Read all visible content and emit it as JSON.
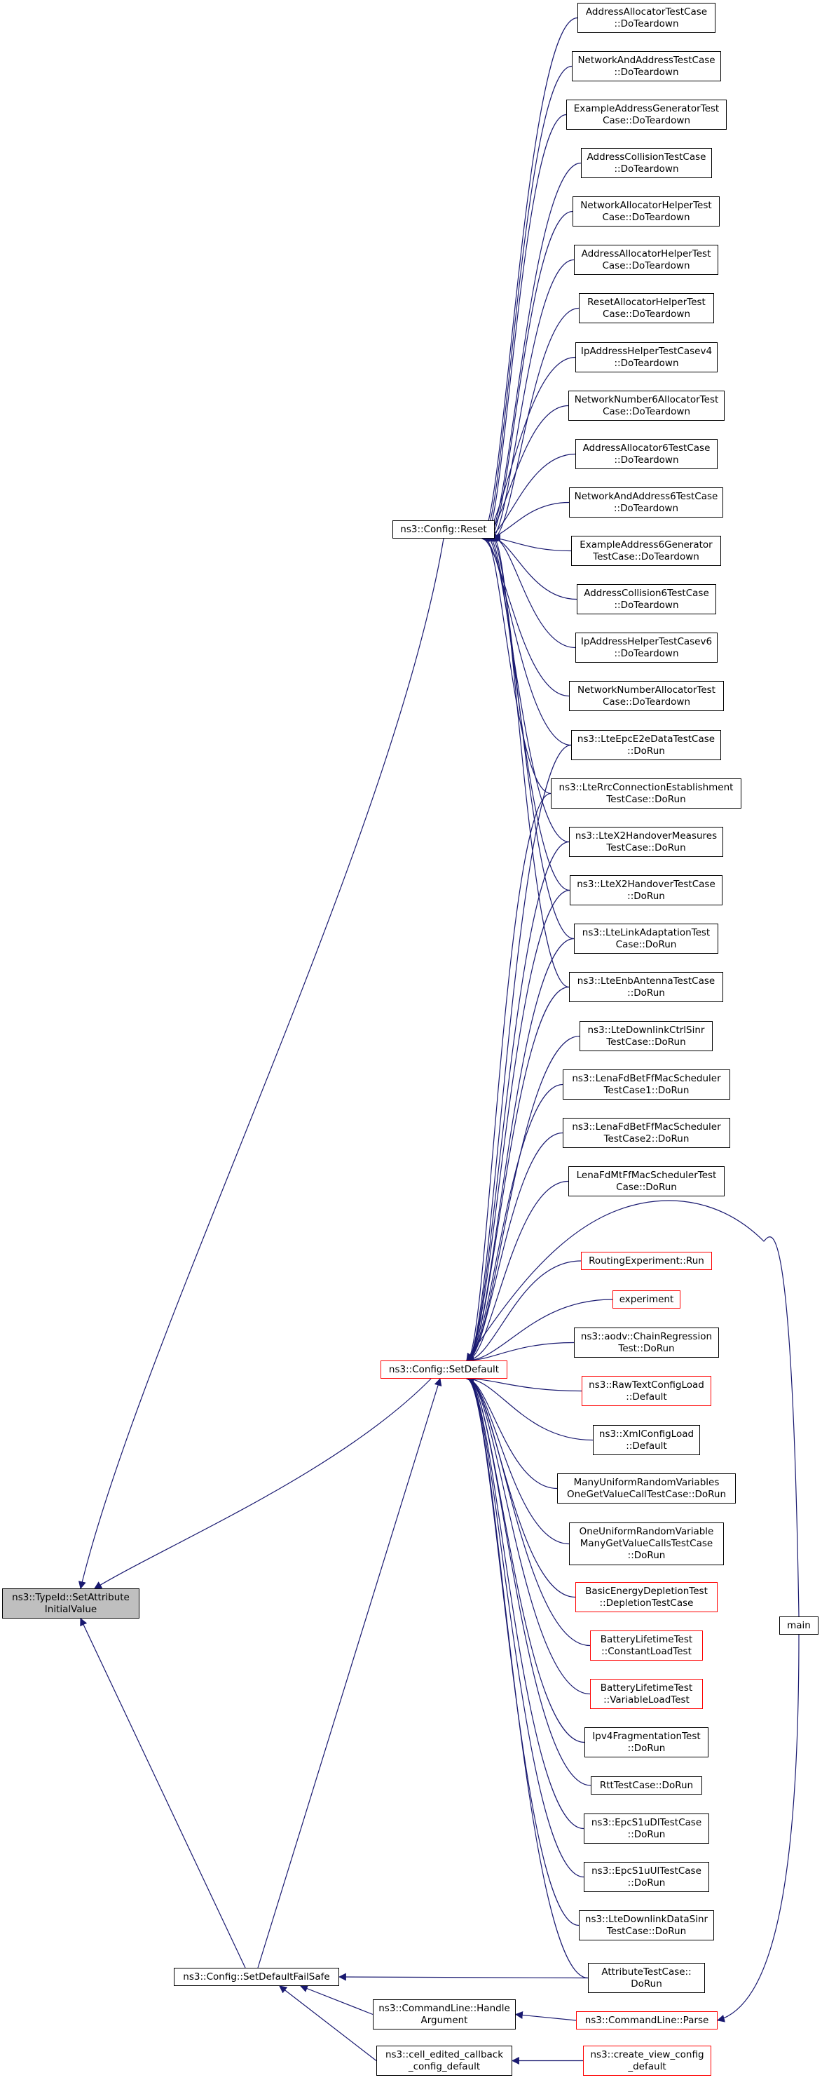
{
  "colors": {
    "edge": "#191970",
    "border": "#000000",
    "border_incomplete": "#ff0000",
    "focus_fill": "#bfbfbf",
    "background": "#ffffff"
  },
  "nodes": {
    "root": {
      "lines": [
        "ns3::TypeId::SetAttribute",
        "InitialValue"
      ]
    },
    "config_reset": {
      "lines": [
        "ns3::Config::Reset"
      ]
    },
    "config_setdefault": {
      "lines": [
        "ns3::Config::SetDefault"
      ]
    },
    "config_setdefaultfailsafe": {
      "lines": [
        "ns3::Config::SetDefaultFailSafe"
      ]
    },
    "cmdline_handleargument": {
      "lines": [
        "ns3::CommandLine::Handle",
        "Argument"
      ]
    },
    "cell_edited_callback": {
      "lines": [
        "ns3::cell_edited_callback",
        "_config_default"
      ]
    },
    "cmdline_parse": {
      "lines": [
        "ns3::CommandLine::Parse"
      ]
    },
    "create_view_config": {
      "lines": [
        "ns3::create_view_config",
        "_default"
      ]
    },
    "main": {
      "lines": [
        "main"
      ]
    },
    "attributetestcase": {
      "lines": [
        "AttributeTestCase::",
        "DoRun"
      ]
    },
    "t_addressallocator": {
      "lines": [
        "AddressAllocatorTestCase",
        "::DoTeardown"
      ]
    },
    "t_networkandaddress": {
      "lines": [
        "NetworkAndAddressTestCase",
        "::DoTeardown"
      ]
    },
    "t_exampleaddressgenerator": {
      "lines": [
        "ExampleAddressGeneratorTest",
        "Case::DoTeardown"
      ]
    },
    "t_addresscollision": {
      "lines": [
        "AddressCollisionTestCase",
        "::DoTeardown"
      ]
    },
    "t_networkallocatorhelper": {
      "lines": [
        "NetworkAllocatorHelperTest",
        "Case::DoTeardown"
      ]
    },
    "t_addressallocatorhelper": {
      "lines": [
        "AddressAllocatorHelperTest",
        "Case::DoTeardown"
      ]
    },
    "t_resetallocatorhelper": {
      "lines": [
        "ResetAllocatorHelperTest",
        "Case::DoTeardown"
      ]
    },
    "t_ipaddresshelperv4": {
      "lines": [
        "IpAddressHelperTestCasev4",
        "::DoTeardown"
      ]
    },
    "t_networknumber6allocator": {
      "lines": [
        "NetworkNumber6AllocatorTest",
        "Case::DoTeardown"
      ]
    },
    "t_addressallocator6": {
      "lines": [
        "AddressAllocator6TestCase",
        "::DoTeardown"
      ]
    },
    "t_networkandaddress6": {
      "lines": [
        "NetworkAndAddress6TestCase",
        "::DoTeardown"
      ]
    },
    "t_exampleaddress6generator": {
      "lines": [
        "ExampleAddress6Generator",
        "TestCase::DoTeardown"
      ]
    },
    "t_addresscollision6": {
      "lines": [
        "AddressCollision6TestCase",
        "::DoTeardown"
      ]
    },
    "t_ipaddresshelperv6": {
      "lines": [
        "IpAddressHelperTestCasev6",
        "::DoTeardown"
      ]
    },
    "t_networknumberallocator": {
      "lines": [
        "NetworkNumberAllocatorTest",
        "Case::DoTeardown"
      ]
    },
    "b_lteepce2edata": {
      "lines": [
        "ns3::LteEpcE2eDataTestCase",
        "::DoRun"
      ]
    },
    "b_lterrcconnection": {
      "lines": [
        "ns3::LteRrcConnectionEstablishment",
        "TestCase::DoRun"
      ]
    },
    "b_ltex2handovermeasures": {
      "lines": [
        "ns3::LteX2HandoverMeasures",
        "TestCase::DoRun"
      ]
    },
    "b_ltex2handover": {
      "lines": [
        "ns3::LteX2HandoverTestCase",
        "::DoRun"
      ]
    },
    "b_ltelinkadaptation": {
      "lines": [
        "ns3::LteLinkAdaptationTest",
        "Case::DoRun"
      ]
    },
    "b_lteenbantenna": {
      "lines": [
        "ns3::LteEnbAntennaTestCase",
        "::DoRun"
      ]
    },
    "s_ltedownlinkctrlsinr": {
      "lines": [
        "ns3::LteDownlinkCtrlSinr",
        "TestCase::DoRun"
      ]
    },
    "s_lenafdbetff1": {
      "lines": [
        "ns3::LenaFdBetFfMacScheduler",
        "TestCase1::DoRun"
      ]
    },
    "s_lenafdbetff2": {
      "lines": [
        "ns3::LenaFdBetFfMacScheduler",
        "TestCase2::DoRun"
      ]
    },
    "s_lenafdmtff": {
      "lines": [
        "LenaFdMtFfMacSchedulerTest",
        "Case::DoRun"
      ]
    },
    "s_routingexperiment": {
      "lines": [
        "RoutingExperiment::Run"
      ]
    },
    "s_experiment": {
      "lines": [
        "experiment"
      ]
    },
    "s_aodvchainregression": {
      "lines": [
        "ns3::aodv::ChainRegression",
        "Test::DoRun"
      ]
    },
    "s_rawtextconfigload": {
      "lines": [
        "ns3::RawTextConfigLoad",
        "::Default"
      ]
    },
    "s_xmlconfigload": {
      "lines": [
        "ns3::XmlConfigLoad",
        "::Default"
      ]
    },
    "s_manyuniformrandom": {
      "lines": [
        "ManyUniformRandomVariables",
        "OneGetValueCallTestCase::DoRun"
      ]
    },
    "s_oneuniformrandom": {
      "lines": [
        "OneUniformRandomVariable",
        "ManyGetValueCallsTestCase",
        "::DoRun"
      ]
    },
    "s_basicenergydepletion": {
      "lines": [
        "BasicEnergyDepletionTest",
        "::DepletionTestCase"
      ]
    },
    "s_batteryconstant": {
      "lines": [
        "BatteryLifetimeTest",
        "::ConstantLoadTest"
      ]
    },
    "s_batteryvariable": {
      "lines": [
        "BatteryLifetimeTest",
        "::VariableLoadTest"
      ]
    },
    "s_ipv4fragmentation": {
      "lines": [
        "Ipv4FragmentationTest",
        "::DoRun"
      ]
    },
    "s_rtttestcase": {
      "lines": [
        "RttTestCase::DoRun"
      ]
    },
    "s_epcs1udl": {
      "lines": [
        "ns3::EpcS1uDlTestCase",
        "::DoRun"
      ]
    },
    "s_epcs1uul": {
      "lines": [
        "ns3::EpcS1uUlTestCase",
        "::DoRun"
      ]
    },
    "s_ltedownlinkdatasinr": {
      "lines": [
        "ns3::LteDownlinkDataSinr",
        "TestCase::DoRun"
      ]
    }
  }
}
